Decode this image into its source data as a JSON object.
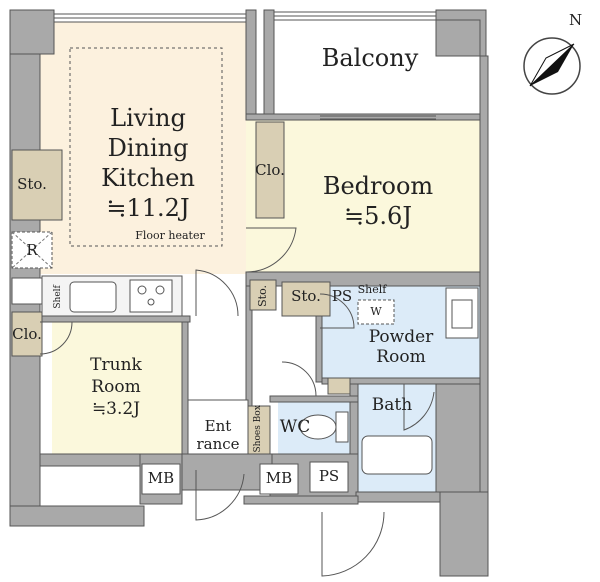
{
  "compass": {
    "north_label": "N"
  },
  "rooms": {
    "balcony": "Balcony",
    "ldk": {
      "line1": "Living",
      "line2": "Dining",
      "line3": "Kitchen",
      "area": "≒11.2J",
      "note": "Floor heater"
    },
    "bedroom": {
      "name": "Bedroom",
      "area": "≒5.6J"
    },
    "trunk": {
      "line1": "Trunk",
      "line2": "Room",
      "area": "≒3.2J"
    },
    "powder": {
      "line1": "Powder",
      "line2": "Room"
    },
    "bath": "Bath",
    "wc": "WC",
    "entrance": {
      "line1": "Ent",
      "line2": "rance"
    }
  },
  "labels": {
    "sto_left": "Sto.",
    "sto_center": "Sto.",
    "sto_center2": "Sto.",
    "clo_bedroom": "Clo.",
    "clo_left": "Clo.",
    "r": "R",
    "shelf_left": "Shelf",
    "shelf_right": "Shelf",
    "ps_top": "PS",
    "w": "W",
    "shoes_box": "Shoes Box",
    "mb_left": "MB",
    "mb_right": "MB",
    "ps_bottom": "PS"
  }
}
